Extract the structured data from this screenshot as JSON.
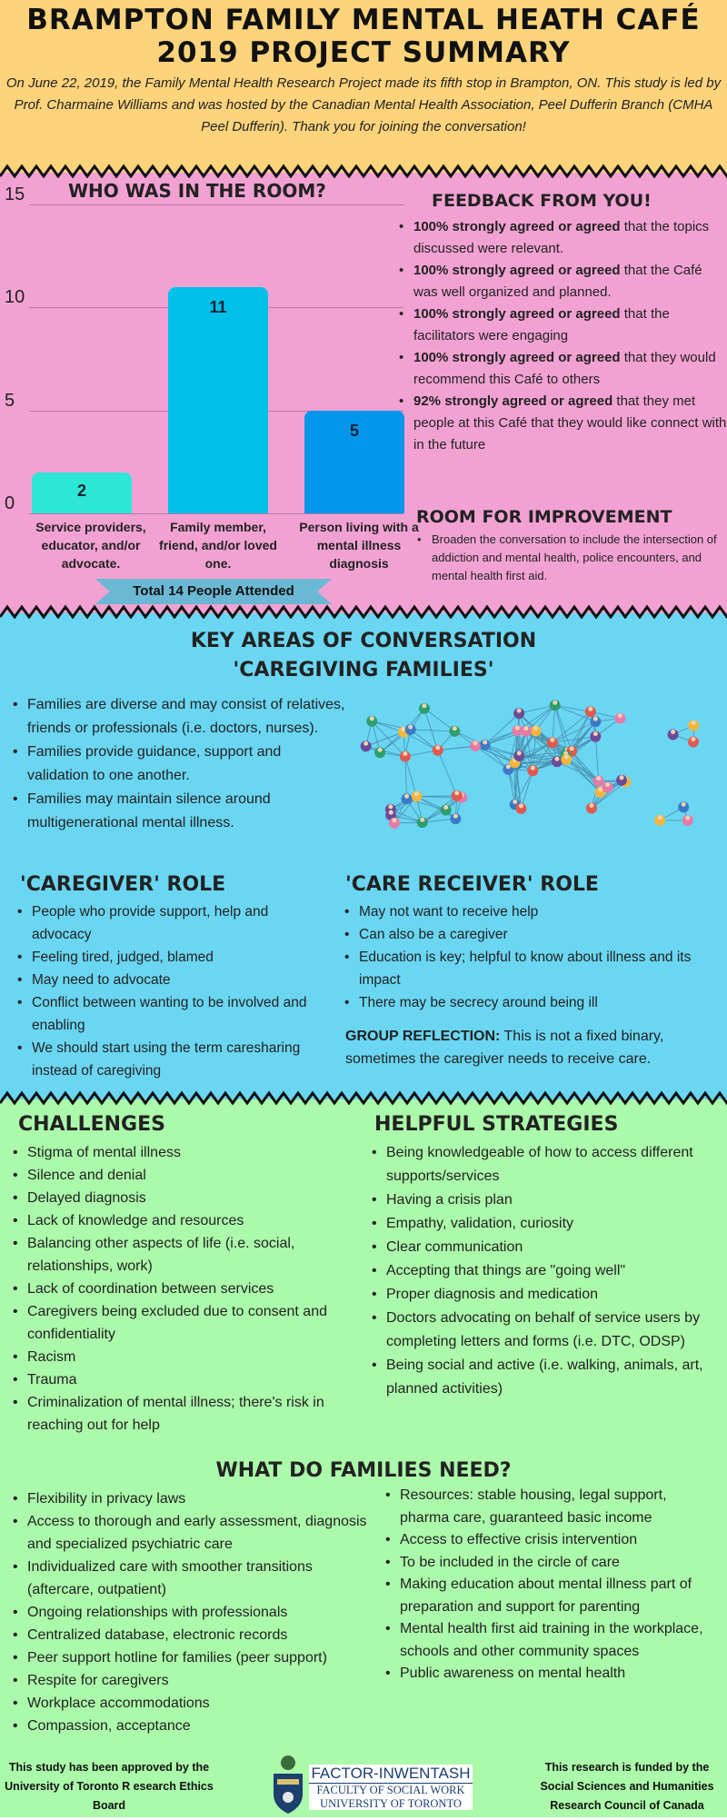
{
  "header": {
    "title_line1": "BRAMPTON FAMILY MENTAL HEATH CAFÉ",
    "title_line2": "2019 PROJECT SUMMARY",
    "intro": "On June 22, 2019, the Family Mental Health Research Project made its fifth stop in Brampton, ON. This study is led by Prof. Charmaine Williams and was hosted by the Canadian Mental Health Association, Peel Dufferin Branch (CMHA Peel Dufferin).  Thank you for joining the conversation!"
  },
  "chart_data": {
    "type": "bar",
    "title": "WHO WAS IN THE ROOM?",
    "categories": [
      "Service providers, educator, and/or advocate.",
      "Family member, friend, and/or loved one.",
      "Person living with a mental illness diagnosis"
    ],
    "values": [
      2,
      11,
      5
    ],
    "colors": [
      "#2ee6d6",
      "#00c1ea",
      "#0395ea"
    ],
    "yticks": [
      "0",
      "5",
      "10",
      "15"
    ],
    "ylim": [
      0,
      15
    ],
    "grid": true,
    "xlabel": "",
    "ylabel": "",
    "banner": "Total 14 People Attended"
  },
  "feedback": {
    "title": "FEEDBACK FROM YOU!",
    "items": [
      {
        "bold": "100% strongly agreed or agreed",
        "rest": " that the topics discussed were relevant."
      },
      {
        "bold": "100% strongly agreed or agreed",
        "rest": " that the Café was well organized and planned."
      },
      {
        "bold": "100% strongly agreed or agreed",
        "rest": " that the facilitators were engaging"
      },
      {
        "bold": "100% strongly agreed or agreed",
        "rest": " that they would recommend this Café to others"
      },
      {
        "bold": "92% strongly agreed or agreed",
        "rest": " that they met people at this Café that they would like connect with in the future"
      }
    ]
  },
  "improvement": {
    "title": "ROOM FOR IMPROVEMENT",
    "items": [
      "Broaden the conversation to include the intersection of addiction and mental health, police encounters, and mental health first aid."
    ]
  },
  "key_areas": {
    "title": "KEY AREAS OF CONVERSATION",
    "subtitle": "'CAREGIVING FAMILIES'",
    "items": [
      "Families are diverse and may consist of relatives, friends or professionals (i.e. doctors, nurses).",
      "Families provide guidance, support and validation to one another.",
      "Families may maintain silence around multigenerational mental illness."
    ]
  },
  "caregiver": {
    "title": "'CAREGIVER' ROLE",
    "items": [
      "People who provide support, help and advocacy",
      "Feeling tired, judged, blamed",
      "May need to advocate",
      "Conflict between wanting to be involved and enabling",
      "We should start using the term caresharing instead of caregiving"
    ]
  },
  "receiver": {
    "title": "'CARE RECEIVER' ROLE",
    "items": [
      "May not want to receive help",
      "Can also be a caregiver",
      "Education is key; helpful to know about illness and its impact",
      "There may be secrecy around being ill"
    ],
    "reflection_label": "GROUP REFLECTION:",
    "reflection_text": " This is not a fixed binary, sometimes the caregiver needs to receive care."
  },
  "challenges": {
    "title": "CHALLENGES",
    "items": [
      "Stigma of mental illness",
      "Silence and denial",
      "Delayed diagnosis",
      "Lack of knowledge and resources",
      "Balancing other aspects of life (i.e. social, relationships, work)",
      "Lack of coordination between services",
      "Caregivers being excluded due to consent and confidentiality",
      "Racism",
      "Trauma",
      "Criminalization of mental illness; there's risk in reaching out for help"
    ]
  },
  "strategies": {
    "title": "HELPFUL STRATEGIES",
    "items": [
      "Being knowledgeable of how to access different supports/services",
      "Having a crisis plan",
      "Empathy, validation, curiosity",
      "Clear communication",
      "Accepting that things are \"going well\"",
      "Proper diagnosis and medication",
      "Doctors advocating on behalf of service users by completing letters and forms (i.e. DTC, ODSP)",
      "Being social and active (i.e. walking, animals, art, planned activities)"
    ]
  },
  "needs": {
    "title": "WHAT DO FAMILIES NEED?",
    "left": [
      "Flexibility in privacy laws",
      "Access to thorough and early assessment, diagnosis and specialized psychiatric care",
      "Individualized care with smoother transitions (aftercare, outpatient)",
      "Ongoing relationships with professionals",
      "Centralized database, electronic records",
      "Peer support hotline for families (peer support)",
      "Respite for caregivers",
      "Workplace accommodations",
      "Compassion, acceptance"
    ],
    "right": [
      "Resources: stable housing, legal support, pharma care, guaranteed basic income",
      "Access to effective crisis intervention",
      "To be included in the circle of care",
      "Making education about mental illness part of preparation and support for parenting",
      "Mental health first aid training in the workplace, schools and other community spaces",
      "Public awareness on mental health"
    ]
  },
  "footer": {
    "left": "This study has been approved by the University of Toronto R esearch Ethics Board",
    "logo_line1": "FACTOR-INWENTASH",
    "logo_line2": "FACULTY OF SOCIAL WORK",
    "logo_line3": "UNIVERSITY OF TORONTO",
    "right": "This research is funded by the Social Sciences and Humanities Research Council of Canada"
  }
}
